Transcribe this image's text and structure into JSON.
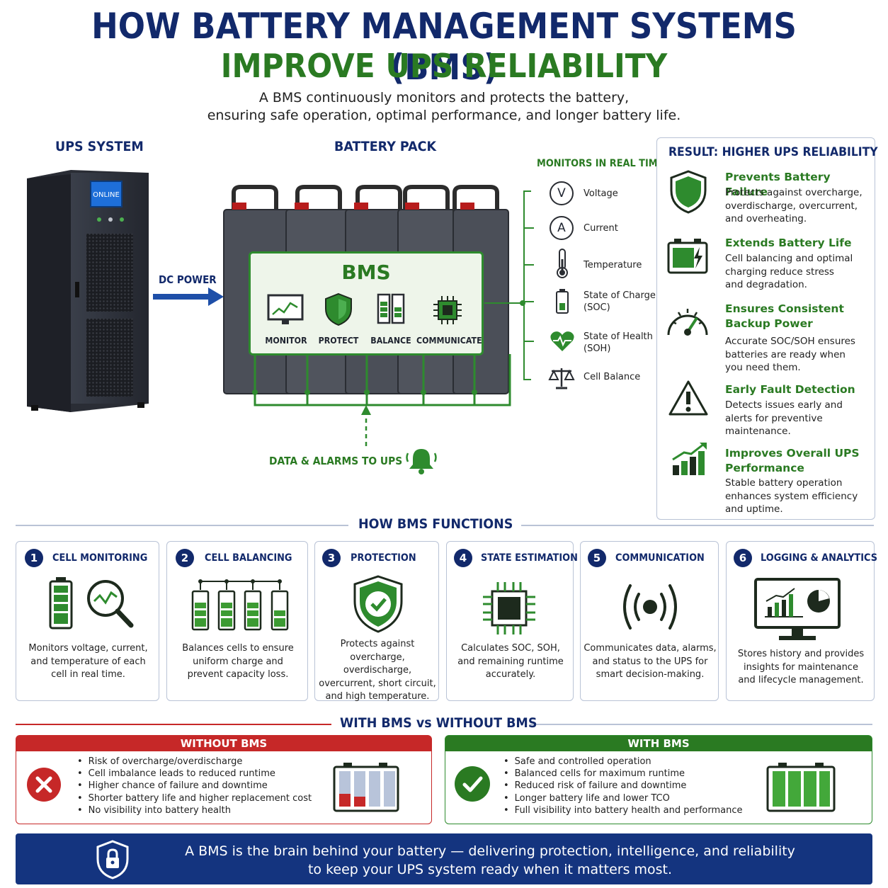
{
  "header": {
    "title_line1": "HOW BATTERY MANAGEMENT SYSTEMS (BMS)",
    "title_line2": "IMPROVE UPS RELIABILITY",
    "subtitle_line1": "A BMS continuously monitors and protects the battery,",
    "subtitle_line2": "ensuring safe operation, optimal performance, and longer battery life."
  },
  "diagram": {
    "ups_label": "UPS SYSTEM",
    "ups_screen": "ONLINE",
    "dc_power_label": "DC POWER",
    "battery_label": "BATTERY PACK",
    "bms_label": "BMS",
    "functions": [
      "MONITOR",
      "PROTECT",
      "BALANCE",
      "COMMUNICATE"
    ],
    "data_alarms_label": "DATA & ALARMS TO UPS",
    "monitors_title": "MONITORS IN REAL TIME",
    "monitors": [
      {
        "icon": "V",
        "label1": "Voltage",
        "label2": ""
      },
      {
        "icon": "A",
        "label1": "Current",
        "label2": ""
      },
      {
        "icon": "thermometer",
        "label1": "Temperature",
        "label2": ""
      },
      {
        "icon": "battery",
        "label1": "State of Charge",
        "label2": "(SOC)"
      },
      {
        "icon": "heart",
        "label1": "State of Health",
        "label2": "(SOH)"
      },
      {
        "icon": "scale",
        "label1": "Cell Balance",
        "label2": ""
      }
    ]
  },
  "result": {
    "title": "RESULT:  HIGHER UPS RELIABILITY",
    "items": [
      {
        "title1": "Prevents Battery Failure",
        "title2": "",
        "text": [
          "Protects against overcharge,",
          "overdischarge, overcurrent,",
          "and overheating."
        ]
      },
      {
        "title1": "Extends Battery Life",
        "title2": "",
        "text": [
          "Cell balancing and optimal",
          "charging reduce stress",
          "and degradation."
        ]
      },
      {
        "title1": "Ensures Consistent",
        "title2": "Backup Power",
        "text": [
          "Accurate SOC/SOH ensures",
          "batteries are ready when",
          "you need them."
        ]
      },
      {
        "title1": "Early Fault Detection",
        "title2": "",
        "text": [
          "Detects issues early and",
          "alerts for preventive",
          "maintenance."
        ]
      },
      {
        "title1": "Improves Overall UPS",
        "title2": "Performance",
        "text": [
          "Stable battery operation",
          "enhances system efficiency",
          "and uptime."
        ]
      }
    ]
  },
  "functions_section": {
    "title": "HOW BMS FUNCTIONS",
    "cards": [
      {
        "num": "1",
        "title": "CELL MONITORING",
        "desc": [
          "Monitors voltage, current,",
          "and temperature of each",
          "cell in real time."
        ]
      },
      {
        "num": "2",
        "title": "CELL BALANCING",
        "desc": [
          "Balances cells to ensure",
          "uniform charge and",
          "prevent capacity loss."
        ]
      },
      {
        "num": "3",
        "title": "PROTECTION",
        "desc": [
          "Protects against",
          "overcharge, overdischarge,",
          "overcurrent, short circuit,",
          "and high temperature."
        ]
      },
      {
        "num": "4",
        "title": "STATE ESTIMATION",
        "desc": [
          "Calculates SOC, SOH,",
          "and remaining runtime",
          "accurately."
        ]
      },
      {
        "num": "5",
        "title": "COMMUNICATION",
        "desc": [
          "Communicates data, alarms,",
          "and status to the UPS for",
          "smart decision-making."
        ]
      },
      {
        "num": "6",
        "title": "LOGGING & ANALYTICS",
        "desc": [
          "Stores history and provides",
          "insights for maintenance",
          "and lifecycle management."
        ]
      }
    ]
  },
  "comparison": {
    "title": "WITH BMS vs WITHOUT BMS",
    "without": {
      "head": "WITHOUT BMS",
      "items": [
        "Risk of overcharge/overdischarge",
        "Cell imbalance leads to reduced runtime",
        "Higher chance of failure and downtime",
        "Shorter battery life and higher replacement cost",
        "No visibility into battery health"
      ]
    },
    "with": {
      "head": "WITH BMS",
      "items": [
        "Safe and controlled operation",
        "Balanced cells for maximum runtime",
        "Reduced risk of failure and downtime",
        "Longer battery life and lower TCO",
        "Full visibility into battery health and performance"
      ]
    }
  },
  "footer": {
    "line1": "A BMS is the brain behind your battery — delivering protection, intelligence, and reliability",
    "line2": "to keep your UPS system ready when it matters most."
  },
  "colors": {
    "navy": "#12296b",
    "green": "#2a7a22",
    "red": "#c62828",
    "footer": "#14347f"
  }
}
